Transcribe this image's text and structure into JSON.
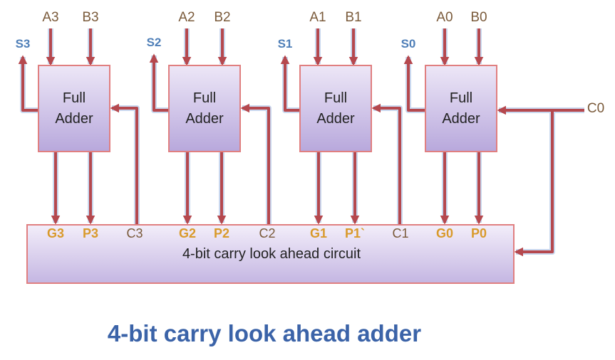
{
  "colors": {
    "wire": "#b5484e",
    "wire_glow": "#c9d8ef",
    "box_top": "#ede7f7",
    "box_bottom": "#b8a8dc",
    "box_border": "#e07f80",
    "sum_text": "#4f7fb8",
    "gp_text": "#d99a2b",
    "io_text": "#7a5a3a",
    "title_text": "#3b63a8"
  },
  "adders": [
    {
      "label_line1": "Full",
      "label_line2": "Adder",
      "input_a": "A3",
      "input_b": "B3",
      "sum": "S3",
      "generate": "G3",
      "propagate": "P3",
      "carry_in": "C3"
    },
    {
      "label_line1": "Full",
      "label_line2": "Adder",
      "input_a": "A2",
      "input_b": "B2",
      "sum": "S2",
      "generate": "G2",
      "propagate": "P2",
      "carry_in": "C2"
    },
    {
      "label_line1": "Full",
      "label_line2": "Adder",
      "input_a": "A1",
      "input_b": "B1",
      "sum": "S1",
      "generate": "G1",
      "propagate": "P1`",
      "carry_in": "C1"
    },
    {
      "label_line1": "Full",
      "label_line2": "Adder",
      "input_a": "A0",
      "input_b": "B0",
      "sum": "S0",
      "generate": "G0",
      "propagate": "P0",
      "carry_in": ""
    }
  ],
  "carry_input": "C0",
  "cla_label": "4-bit carry look ahead circuit",
  "title": "4-bit carry look ahead adder"
}
